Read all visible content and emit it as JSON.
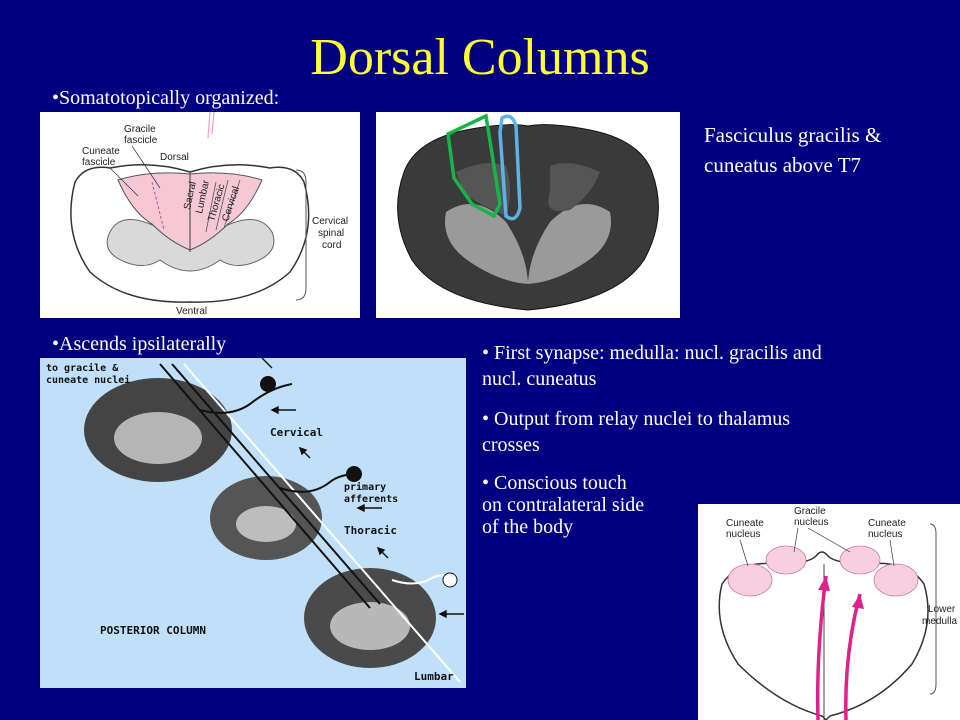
{
  "slide": {
    "title": "Dorsal Columns",
    "bullet_somatotopic": "•Somatotopically organized:",
    "bullet_ascends": "•Ascends ipsilaterally",
    "fasciculus_line1": "Fasciculus gracilis &",
    "fasciculus_line2": "cuneatus above T7",
    "points": [
      {
        "line1": "• First synapse: medulla: nucl. gracilis and",
        "line2": "nucl. cuneatus"
      },
      {
        "line1": "• Output from relay nuclei to thalamus",
        "line2": "crosses"
      },
      {
        "line1": "• Conscious touch",
        "line2": "on contralateral side",
        "line3": "of the body"
      }
    ]
  },
  "diagram_cervical": {
    "gracile": "Gracile",
    "fascicle": "fascicle",
    "cuneate": "Cuneate",
    "cuneate_fascicle": "fascicle",
    "dorsal": "Dorsal",
    "sacral": "Sacral",
    "lumbar": "Lumbar",
    "thoracic": "Thoracic",
    "cervical": "Cervical",
    "cervical_side1": "Cervical",
    "cervical_side2": "spinal",
    "cervical_side3": "cord",
    "ventral": "Ventral"
  },
  "diagram_ascend": {
    "to_nuclei_1": "to gracile &",
    "to_nuclei_2": "cuneate nuclei",
    "cervical": "Cervical",
    "thoracic": "Thoracic",
    "lumbar": "Lumbar",
    "primary_1": "primary",
    "primary_2": "afferents",
    "posterior": "POSTERIOR COLUMN"
  },
  "diagram_medulla": {
    "gracile_1": "Gracile",
    "gracile_2": "nucleus",
    "cuneate_left_1": "Cuneate",
    "cuneate_left_2": "nucleus",
    "cuneate_right_1": "Cuneate",
    "cuneate_right_2": "nucleus",
    "lower_1": "Lower",
    "lower_2": "medulla"
  }
}
